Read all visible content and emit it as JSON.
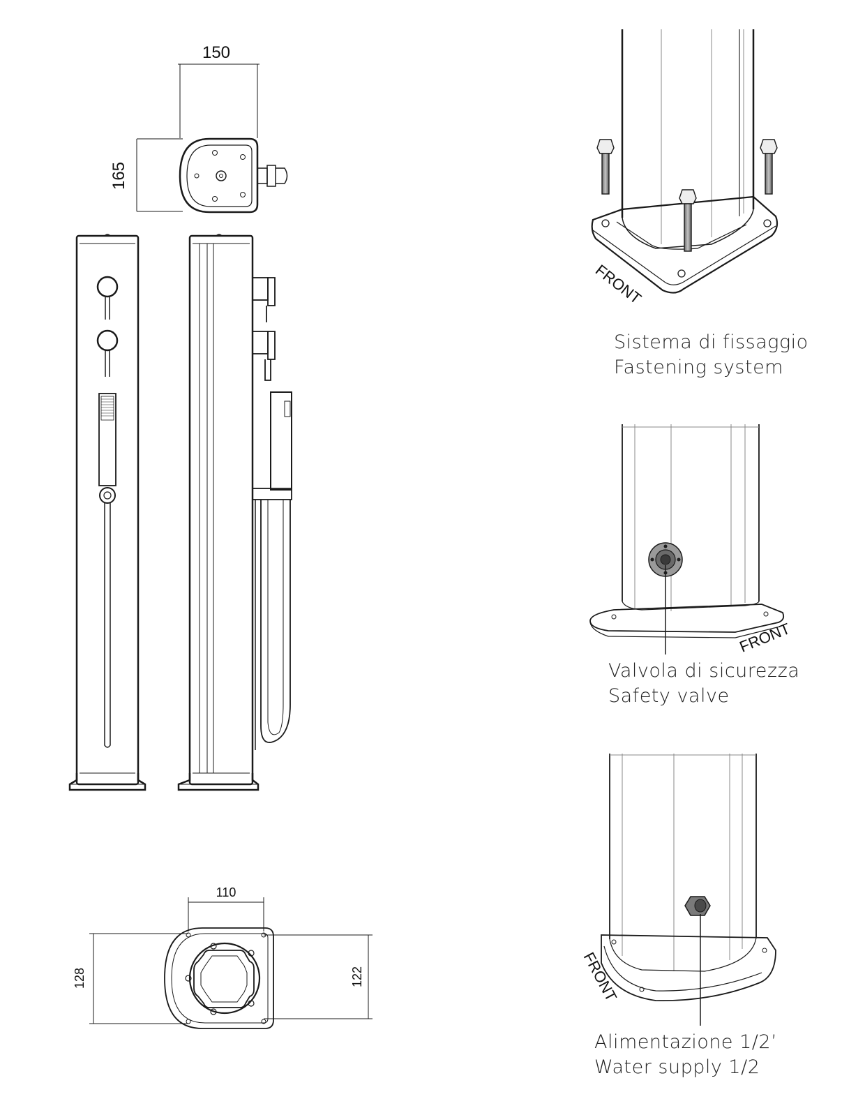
{
  "dimensions": {
    "top_width": "150",
    "top_depth": "165",
    "base_inner_width": "110",
    "base_depth_outer": "128",
    "base_depth_inner": "122"
  },
  "labels": {
    "front_1": "FRONT",
    "front_2": "FRONT",
    "front_3": "FRONT"
  },
  "captions": {
    "fastening": {
      "it": "Sistema di fissaggio",
      "en": "Fastening system"
    },
    "valve": {
      "it": "Valvola di sicurezza",
      "en": "Safety valve"
    },
    "supply": {
      "it": "Alimentazione 1/2’",
      "en": "Water  supply 1/2"
    }
  },
  "colors": {
    "line": "#1a1a1a",
    "light_line": "#8a8a8a",
    "bolt": "#555555"
  }
}
